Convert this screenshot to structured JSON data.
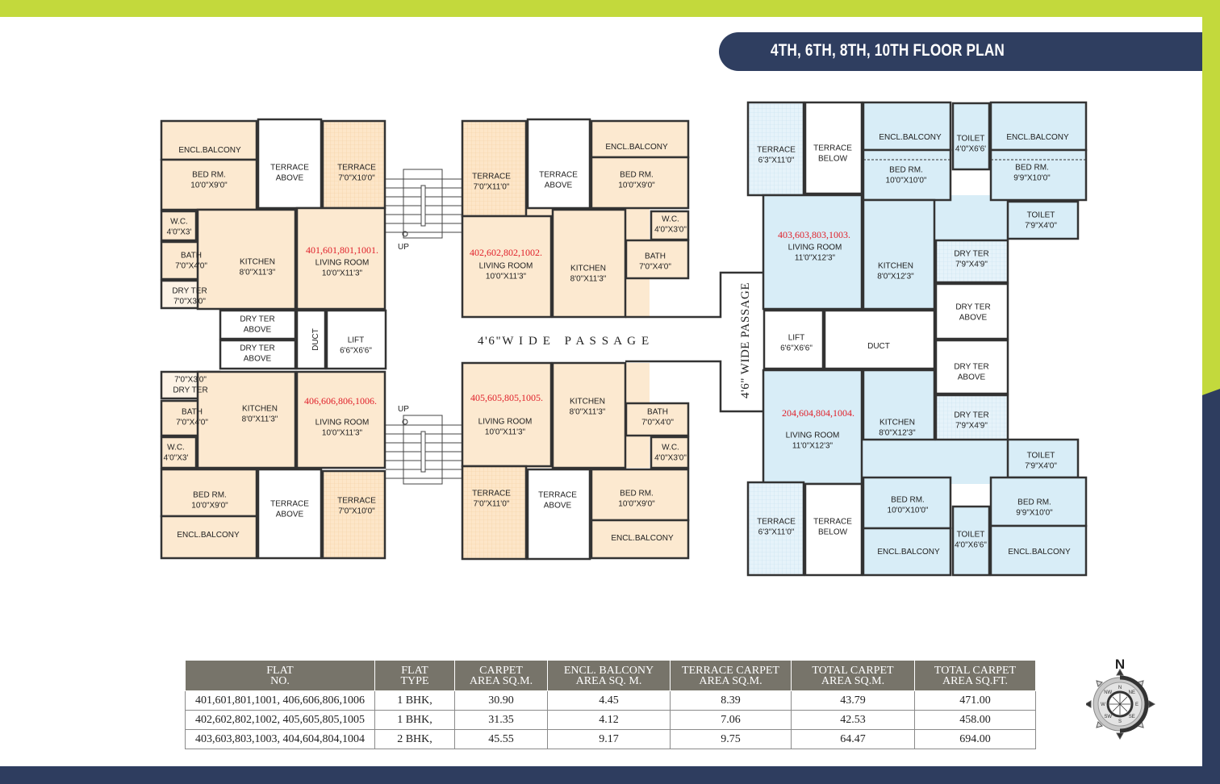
{
  "header": {
    "title": "4TH, 6TH, 8TH, 10TH FLOOR PLAN"
  },
  "colors": {
    "accent_green": "#c3d93c",
    "navy": "#2e3d5f",
    "flat_1bhk_fill": "#fce9d0",
    "flat_2bhk_fill": "#d8edf7",
    "flat_number_red": "#e0202a",
    "table_header": "#77746a"
  },
  "plan": {
    "passage_horizontal": "4'6\"W I D E   P A S S A G E",
    "passage_vertical": "4'6\" WIDE PASSAGE",
    "stairs_up_label": "UP",
    "flats": [
      {
        "number": "401,601,801,1001.",
        "rooms": [
          {
            "lines": [
              "ENCL.BALCONY"
            ]
          },
          {
            "lines": [
              "BED RM.",
              "10'0\"X9'0\""
            ]
          },
          {
            "lines": [
              "TERRACE",
              "ABOVE"
            ]
          },
          {
            "lines": [
              "TERRACE",
              "7'0\"X10'0\""
            ]
          },
          {
            "lines": [
              "W.C.",
              "4'0\"X3'"
            ]
          },
          {
            "lines": [
              "BATH",
              "7'0\"X4'0\""
            ]
          },
          {
            "lines": [
              "DRY TER",
              "7'0\"X3'0\""
            ]
          },
          {
            "lines": [
              "KITCHEN",
              "8'0\"X11'3\""
            ]
          },
          {
            "lines": [
              "LIVING ROOM",
              "10'0\"X11'3\""
            ]
          },
          {
            "lines": [
              "DRY TER",
              "ABOVE"
            ]
          },
          {
            "lines": [
              "DRY TER",
              "ABOVE"
            ]
          },
          {
            "lines": [
              "DUCT"
            ]
          },
          {
            "lines": [
              "LIFT",
              "6'6\"X6'6\""
            ]
          }
        ]
      },
      {
        "number": "406,606,806,1006.",
        "rooms": [
          {
            "lines": [
              "7'0\"X3'0\"",
              "DRY TER"
            ]
          },
          {
            "lines": [
              "BATH",
              "7'0\"X4'0\""
            ]
          },
          {
            "lines": [
              "W.C.",
              "4'0\"X3'"
            ]
          },
          {
            "lines": [
              "KITCHEN",
              "8'0\"X11'3\""
            ]
          },
          {
            "lines": [
              "LIVING ROOM",
              "10'0\"X11'3\""
            ]
          },
          {
            "lines": [
              "BED RM.",
              "10'0\"X9'0\""
            ]
          },
          {
            "lines": [
              "ENCL.BALCONY"
            ]
          },
          {
            "lines": [
              "TERRACE",
              "ABOVE"
            ]
          },
          {
            "lines": [
              "TERRACE",
              "7'0\"X10'0\""
            ]
          }
        ]
      },
      {
        "number": "402,602,802,1002.",
        "rooms": [
          {
            "lines": [
              "TERRACE",
              "7'0\"X11'0\""
            ]
          },
          {
            "lines": [
              "TERRACE",
              "ABOVE"
            ]
          },
          {
            "lines": [
              "ENCL.BALCONY"
            ]
          },
          {
            "lines": [
              "BED RM.",
              "10'0\"X9'0\""
            ]
          },
          {
            "lines": [
              "W.C.",
              "4'0\"X3'0\""
            ]
          },
          {
            "lines": [
              "BATH",
              "7'0\"X4'0\""
            ]
          },
          {
            "lines": [
              "LIVING ROOM",
              "10'0\"X11'3\""
            ]
          },
          {
            "lines": [
              "KITCHEN",
              "8'0\"X11'3\""
            ]
          }
        ]
      },
      {
        "number": "405,605,805,1005.",
        "rooms": [
          {
            "lines": [
              "LIVING ROOM",
              "10'0\"X11'3\""
            ]
          },
          {
            "lines": [
              "KITCHEN",
              "8'0\"X11'3\""
            ]
          },
          {
            "lines": [
              "BATH",
              "7'0\"X4'0\""
            ]
          },
          {
            "lines": [
              "W.C.",
              "4'0\"X3'0\""
            ]
          },
          {
            "lines": [
              "TERRACE",
              "7'0\"X11'0\""
            ]
          },
          {
            "lines": [
              "TERRACE",
              "ABOVE"
            ]
          },
          {
            "lines": [
              "BED RM.",
              "10'0\"X9'0\""
            ]
          },
          {
            "lines": [
              "ENCL.BALCONY"
            ]
          }
        ]
      },
      {
        "number": "403,603,803,1003.",
        "rooms": [
          {
            "lines": [
              "TERRACE",
              "6'3\"X11'0\""
            ]
          },
          {
            "lines": [
              "TERRACE",
              "BELOW"
            ]
          },
          {
            "lines": [
              "ENCL.BALCONY"
            ]
          },
          {
            "lines": [
              "BED RM.",
              "10'0\"X10'0\""
            ]
          },
          {
            "lines": [
              "TOILET",
              "4'0\"X6'6'"
            ]
          },
          {
            "lines": [
              "ENCL.BALCONY"
            ]
          },
          {
            "lines": [
              "BED RM.",
              "9'9\"X10'0\""
            ]
          },
          {
            "lines": [
              "TOILET",
              "7'9\"X4'0\""
            ]
          },
          {
            "lines": [
              "LIVING ROOM",
              "11'0\"X12'3\""
            ]
          },
          {
            "lines": [
              "KITCHEN",
              "8'0\"X12'3\""
            ]
          },
          {
            "lines": [
              "DRY TER",
              "7'9\"X4'9\""
            ]
          },
          {
            "lines": [
              "DRY TER",
              "ABOVE"
            ]
          },
          {
            "lines": [
              "LIFT",
              "6'6\"X6'6\""
            ]
          },
          {
            "lines": [
              "DUCT"
            ]
          }
        ]
      },
      {
        "number": "204,604,804,1004.",
        "rooms": [
          {
            "lines": [
              "DRY TER",
              "ABOVE"
            ]
          },
          {
            "lines": [
              "DRY TER",
              "7'9\"X4'9\""
            ]
          },
          {
            "lines": [
              "LIVING ROOM",
              "11'0\"X12'3\""
            ]
          },
          {
            "lines": [
              "KITCHEN",
              "8'0\"X12'3\""
            ]
          },
          {
            "lines": [
              "TOILET",
              "7'9\"X4'0\""
            ]
          },
          {
            "lines": [
              "TERRACE",
              "6'3\"X11'0\""
            ]
          },
          {
            "lines": [
              "TERRACE",
              "BELOW"
            ]
          },
          {
            "lines": [
              "BED RM.",
              "10'0\"X10'0\""
            ]
          },
          {
            "lines": [
              "ENCL.BALCONY"
            ]
          },
          {
            "lines": [
              "TOILET",
              "4'0\"X6'6\""
            ]
          },
          {
            "lines": [
              "BED RM.",
              "9'9\"X10'0\""
            ]
          },
          {
            "lines": [
              "ENCL.BALCONY"
            ]
          }
        ]
      }
    ]
  },
  "area_table": {
    "headers": [
      [
        "FLAT",
        "NO."
      ],
      [
        "FLAT",
        "TYPE"
      ],
      [
        "CARPET",
        "AREA SQ.M."
      ],
      [
        "ENCL. BALCONY",
        "AREA SQ. M."
      ],
      [
        "TERRACE CARPET",
        "AREA SQ.M."
      ],
      [
        "TOTAL CARPET",
        "AREA SQ.M."
      ],
      [
        "TOTAL CARPET",
        "AREA SQ.FT."
      ]
    ],
    "rows": [
      [
        "401,601,801,1001, 406,606,806,1006",
        "1 BHK,",
        "30.90",
        "4.45",
        "8.39",
        "43.79",
        "471.00"
      ],
      [
        "402,602,802,1002, 405,605,805,1005",
        "1 BHK,",
        "31.35",
        "4.12",
        "7.06",
        "42.53",
        "458.00"
      ],
      [
        "403,603,803,1003, 404,604,804,1004",
        "2 BHK,",
        "45.55",
        "9.17",
        "9.75",
        "64.47",
        "694.00"
      ]
    ]
  },
  "compass": {
    "north_label": "N",
    "rose_labels": [
      "N",
      "NE",
      "E",
      "SE",
      "S",
      "SW",
      "W",
      "NW"
    ]
  }
}
